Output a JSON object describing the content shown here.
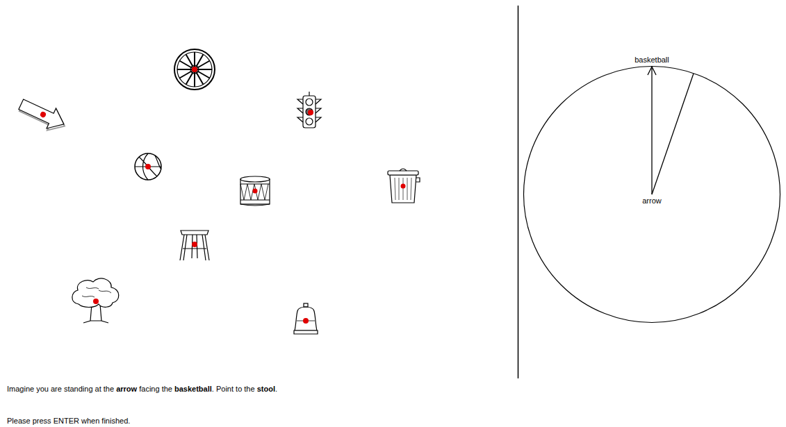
{
  "diagram": {
    "nodes": [
      {
        "text": [
          "basketball",
          "arrow"
        ]
      }
    ],
    "labels": [
      "Imagine you are standing at the",
      "arrow",
      "facing the",
      "basketball",
      ". Point to the",
      "stool",
      ".",
      "Please press ENTER when finished."
    ]
  }
}
